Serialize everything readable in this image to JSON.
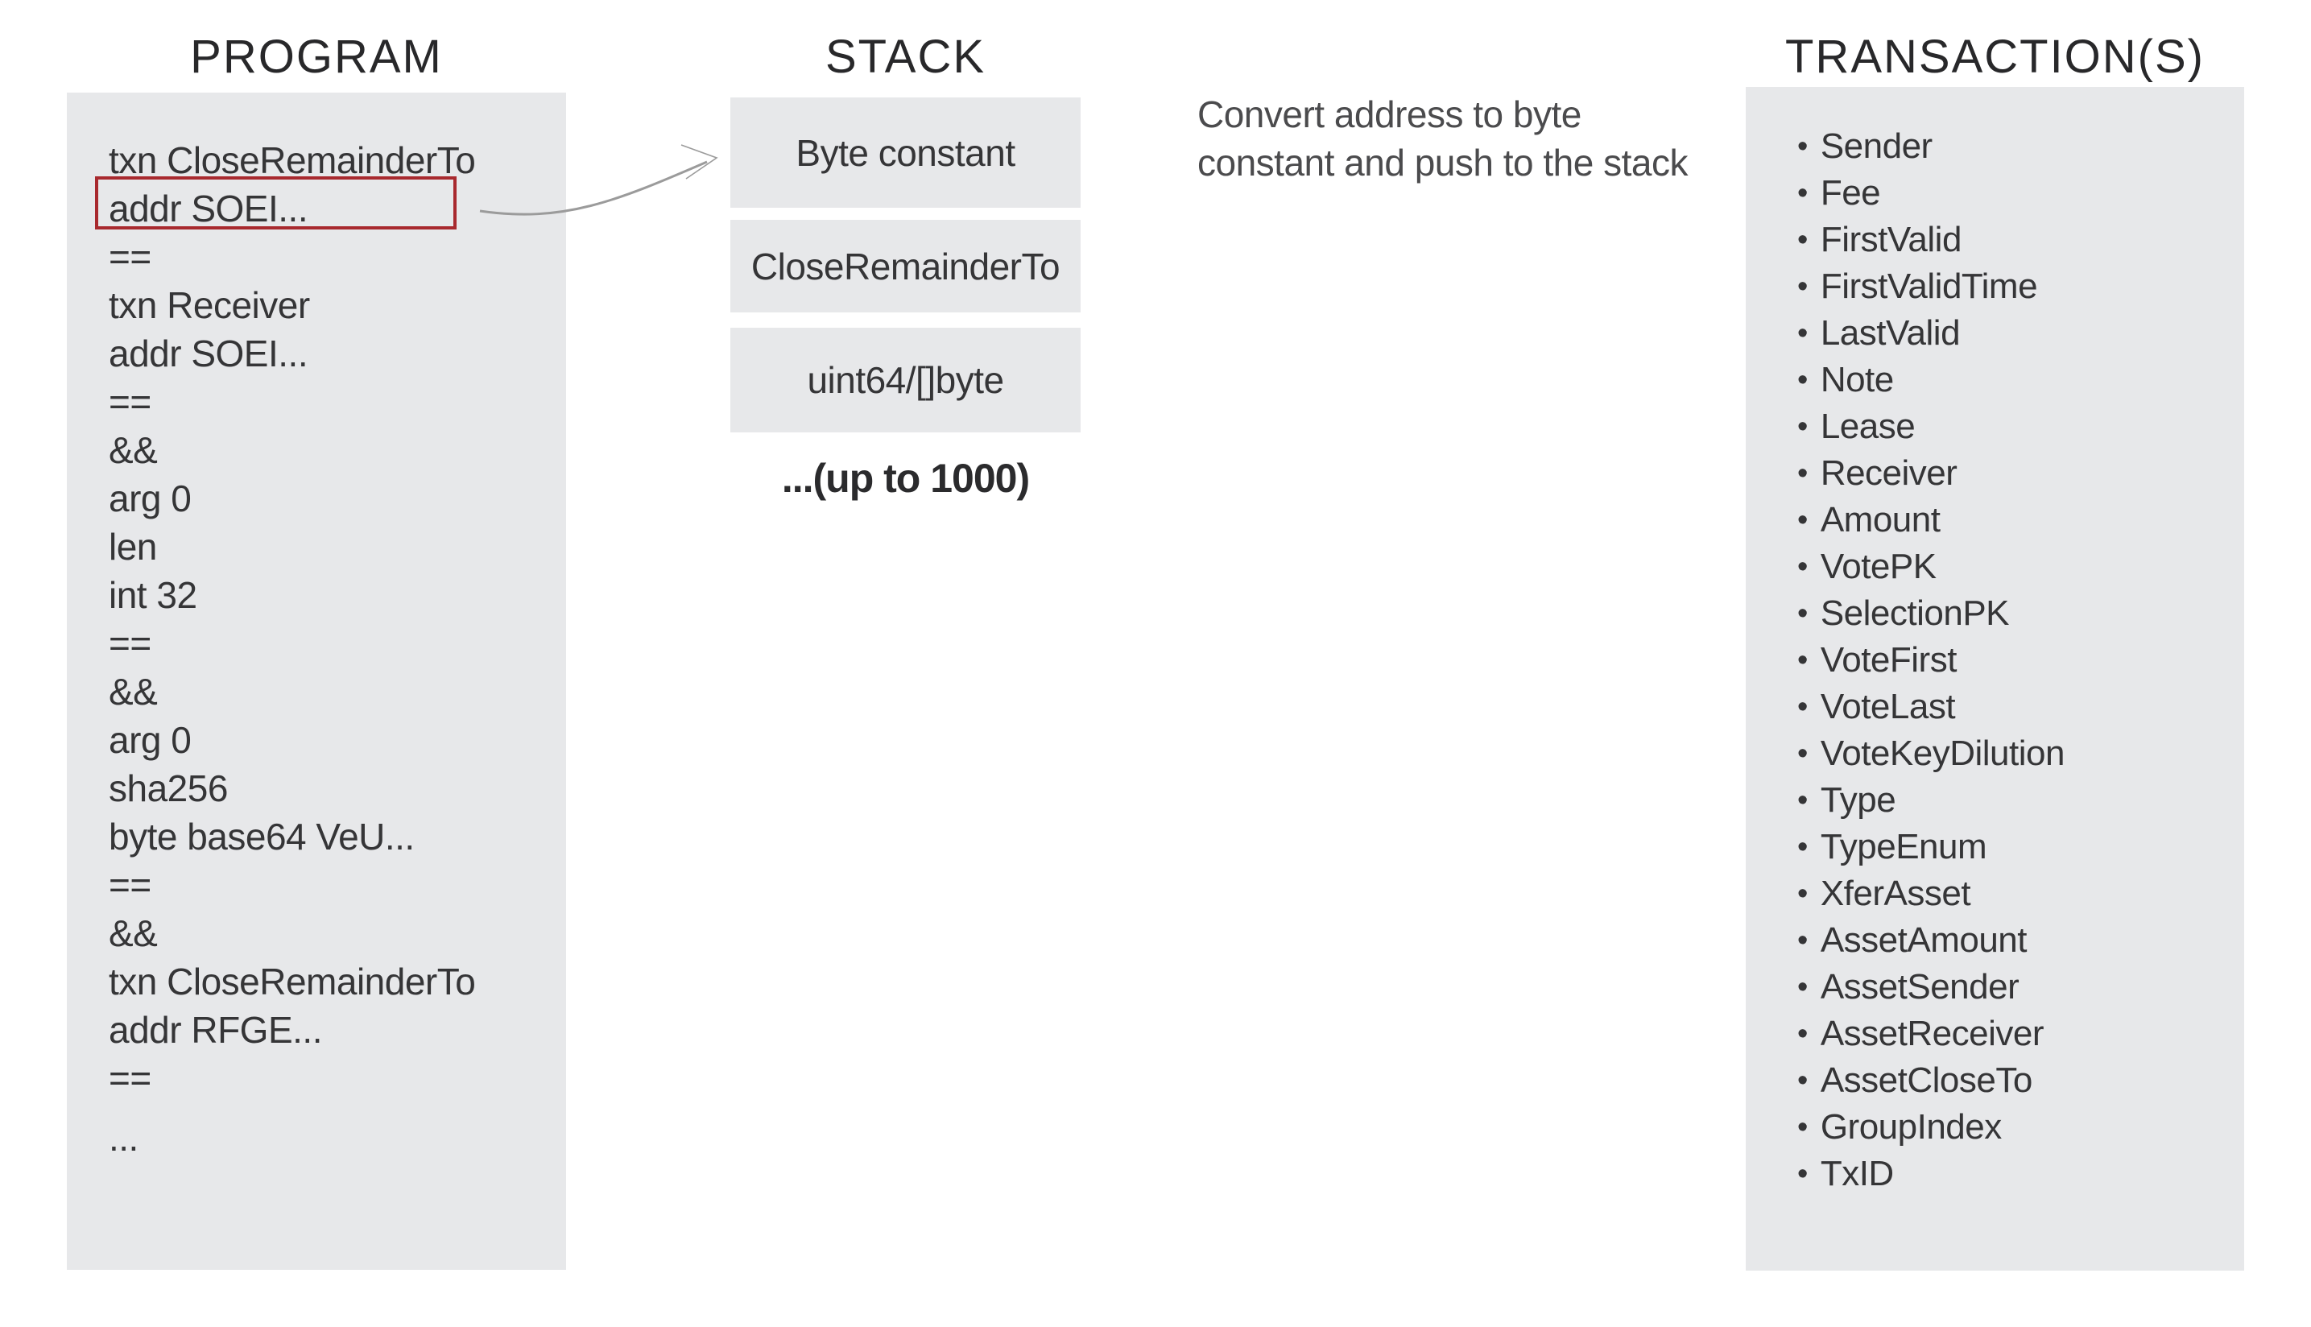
{
  "colors": {
    "box_bg": "#e7e8ea",
    "highlight_border": "#a8292e",
    "arrow": "#9b9b9b",
    "text_dark": "#353537",
    "text_heading": "#28282a",
    "text_muted": "#4b4b4d"
  },
  "program": {
    "title": "PROGRAM",
    "highlighted_line": "addr SOEI...",
    "lines": [
      "txn CloseRemainderTo",
      "addr SOEI...",
      "==",
      "txn Receiver",
      "addr SOEI...",
      "==",
      "&&",
      "arg 0",
      "len",
      "int 32",
      "==",
      "&&",
      "arg 0",
      "sha256",
      "byte base64 VeU...",
      "==",
      "&&",
      "txn CloseRemainderTo",
      "addr RFGE...",
      "==",
      "..."
    ]
  },
  "stack": {
    "title": "STACK",
    "boxes": [
      "Byte constant",
      "CloseRemainderTo",
      "uint64/[]byte"
    ],
    "more_label": "...(up to 1000)"
  },
  "annotation": {
    "line1": "Convert address to byte",
    "line2": "constant and push to the stack"
  },
  "transactions": {
    "title": "TRANSACTION(S)",
    "bullet": "•",
    "fields": [
      "Sender",
      "Fee",
      "FirstValid",
      "FirstValidTime",
      "LastValid",
      "Note",
      "Lease",
      "Receiver",
      "Amount",
      "VotePK",
      "SelectionPK",
      "VoteFirst",
      "VoteLast",
      "VoteKeyDilution",
      "Type",
      "TypeEnum",
      "XferAsset",
      "AssetAmount",
      "AssetSender",
      "AssetReceiver",
      "AssetCloseTo",
      "GroupIndex",
      "TxID"
    ]
  }
}
